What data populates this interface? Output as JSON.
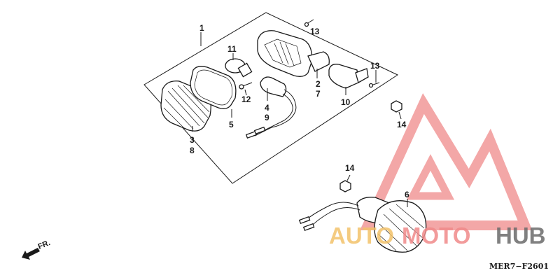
{
  "diagram": {
    "callouts": [
      "1",
      "11",
      "13",
      "12",
      "2",
      "7",
      "13",
      "10",
      "4",
      "9",
      "5",
      "3",
      "8",
      "14",
      "14",
      "6"
    ],
    "drawing_code": "MER7−F2601",
    "direction_label": "FR."
  },
  "watermark": {
    "text_part1": "AUTO",
    "text_part2": "MOTO",
    "text_part3": "HUB",
    "color_light": "#f3c36b",
    "color_red": "#f08a8a",
    "color_dark": "#6b6b6b"
  }
}
